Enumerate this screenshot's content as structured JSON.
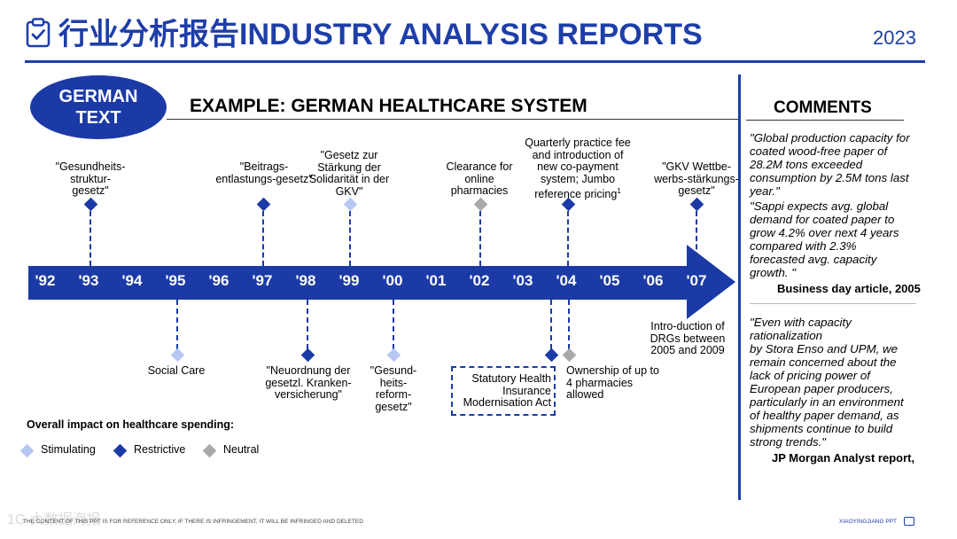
{
  "header": {
    "title": "行业分析报告INDUSTRY ANALYSIS REPORTS",
    "year": "2023",
    "icon": "clipboard-check-icon"
  },
  "badge": {
    "text": "GERMAN\nTEXT"
  },
  "example_title": "EXAMPLE: GERMAN HEALTHCARE SYSTEM",
  "timeline": {
    "years": [
      "'92",
      "'93",
      "'94",
      "'95",
      "'96",
      "'97",
      "'98",
      "'99",
      "'00",
      "'01",
      "'02",
      "'03",
      "'04",
      "'05",
      "'06",
      "'07"
    ],
    "events_above": [
      {
        "year": "'93",
        "text": "\"Gesundheits-\nstruktur-\ngesetz\"",
        "impact": "restrictive"
      },
      {
        "year": "'97",
        "text": "\"Beitrags-\nentlastungs-gesetz\"",
        "impact": "restrictive"
      },
      {
        "year": "'99",
        "text": "\"Gesetz zur\nStärkung der\nSolidarität in der\nGKV\"",
        "impact": "stimulating"
      },
      {
        "year": "'02",
        "text": "Clearance for\nonline\npharmacies",
        "impact": "neutral"
      },
      {
        "year": "'04",
        "text": "Quarterly practice fee\nand introduction of\nnew co-payment\nsystem; Jumbo\nreference pricing",
        "footnote": "1",
        "impact": "restrictive"
      },
      {
        "year": "'07",
        "text": "\"GKV Wettbe-\nwerbs-stärkungs-\ngesetz\"",
        "impact": "restrictive"
      }
    ],
    "events_below": [
      {
        "year": "'95",
        "text": "Social Care",
        "impact": "stimulating"
      },
      {
        "year": "'98",
        "text": "\"Neuordnung der\ngesetzl. Kranken-\nversicherung\"",
        "impact": "restrictive"
      },
      {
        "year": "'00",
        "text": "\"Gesund-\nheits-\nreform-\ngesetz\"",
        "impact": "stimulating"
      },
      {
        "year": "'04",
        "text": "Statutory Health\nInsurance\nModernisation Act",
        "impact": "restrictive"
      },
      {
        "year": "'04",
        "text": "Ownership of up to\n4 pharmacies\nallowed",
        "impact": "neutral"
      },
      {
        "year": "'06-'07",
        "text": "Intro-duction of\nDRGs between\n2005 and 2009"
      }
    ]
  },
  "legend": {
    "title": "Overall impact on healthcare spending:",
    "items": [
      {
        "label": "Stimulating",
        "color": "#b6c8f2"
      },
      {
        "label": "Restrictive",
        "color": "#1c3aa6"
      },
      {
        "label": "Neutral",
        "color": "#a9a9a9"
      }
    ]
  },
  "comments": {
    "title": "COMMENTS",
    "quote1": "\"Global production capacity for\ncoated wood-free paper of\n28.2M tons exceeded\nconsumption by 2.5M tons last\nyear.\"",
    "quote2": " \"Sappi expects avg. global\ndemand for coated paper to\ngrow 4.2% over next 4 years\ncompared with 2.3%\nforecasted avg. capacity\ngrowth. \"",
    "source1": "Business day article, 2005",
    "quote3": "\"Even with capacity\nrationalization\nby Stora Enso and UPM, we\nremain concerned about the\nlack of pricing power of\nEuropean paper producers,\nparticularly in an environment\nof healthy paper demand, as\nshipments continue to build\nstrong trends.\"",
    "source2": "JP Morgan Analyst report,"
  },
  "footer": {
    "disclaimer": "THE CONTENT OF THIS PPT IS FOR REFERENCE ONLY, IF THERE IS INFRINGEMENT, IT WILL BE INFRINGED AND DELETED",
    "brand": "XIAOYINGJIANG PPT",
    "watermark": "1G 大数据海报"
  },
  "colors": {
    "primary": "#1c3aa6",
    "stimulating": "#b6c8f2",
    "restrictive": "#1c3aa6",
    "neutral": "#a9a9a9"
  }
}
